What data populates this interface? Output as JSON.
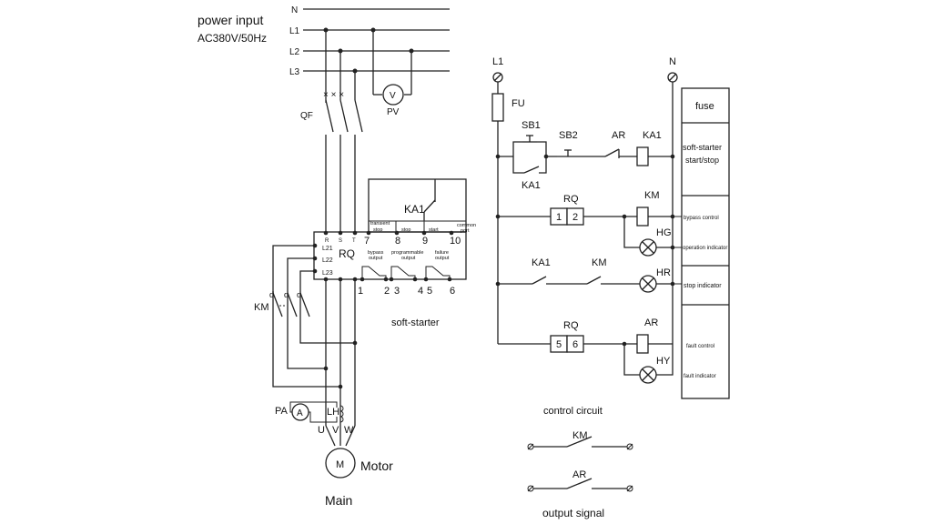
{
  "power": {
    "title": "power input",
    "spec": "AC380V/50Hz"
  },
  "lines": {
    "n": "N",
    "l1": "L1",
    "l2": "L2",
    "l3": "L3"
  },
  "main": {
    "qf": "QF",
    "pv": "PV",
    "v": "V",
    "rq": "RQ",
    "km": "KM",
    "pa": "PA",
    "a": "A",
    "lh": "LH",
    "u": "U",
    "vv": "V",
    "w": "W",
    "m": "M",
    "motor": "Motor",
    "caption": "Main",
    "soft_starter": "soft-starter",
    "ka1": "KA1"
  },
  "terminals": {
    "r": "R",
    "s": "S",
    "t": "T",
    "l21": "L21",
    "l22": "L22",
    "l23": "L23",
    "n7": "7",
    "n8": "8",
    "n9": "9",
    "n10": "10",
    "n1": "1",
    "n2": "2",
    "n3": "3",
    "n4": "4",
    "n5": "5",
    "n6": "6",
    "transient": "transient",
    "stop1": "stop",
    "stop2": "stop",
    "start": "start",
    "common": "common",
    "port": "port",
    "bypass": "bypass",
    "programmable": "programmable",
    "failure": "failure",
    "output": "output"
  },
  "control": {
    "l1": "L1",
    "n": "N",
    "fu": "FU",
    "sb1": "SB1",
    "sb2": "SB2",
    "ar": "AR",
    "ka1": "KA1",
    "ka1_hold": "KA1",
    "rq": "RQ",
    "rq1": "1",
    "rq2": "2",
    "km": "KM",
    "hg": "HG",
    "ka1_stop": "KA1",
    "km_stop": "KM",
    "hr": "HR",
    "rq_fault": "RQ",
    "rq5": "5",
    "rq6": "6",
    "ar2": "AR",
    "hy": "HY",
    "caption": "control circuit"
  },
  "legend": {
    "fuse": "fuse",
    "ss1": "soft-starter",
    "ss2": "start/stop",
    "bypass": "bypass control",
    "operation": "operation indicator",
    "stop": "stop indicator",
    "fault_control": "fault control",
    "fault_indicator": "fault indicator"
  },
  "output_signal": {
    "km": "KM",
    "ar": "AR",
    "caption": "output signal"
  }
}
